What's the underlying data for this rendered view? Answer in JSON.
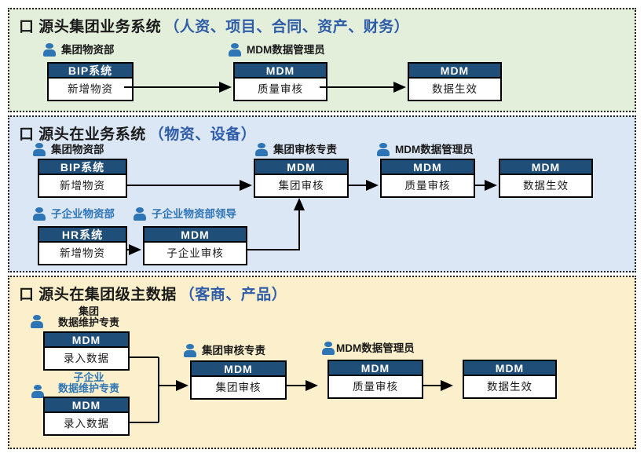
{
  "colors": {
    "header_navy": "#1f4e79",
    "icon_blue": "#2e75b6",
    "title_accent_blue": "#2f5ca8",
    "section1_bg": "#e3efda",
    "section2_bg": "#dce7f5",
    "section3_bg": "#fbf0cb"
  },
  "sections": [
    {
      "title": "口 源头集团业务系统",
      "subtitle": "（人资、项目、合同、资产、财务）",
      "actors": [
        {
          "label": "集团物资部"
        },
        {
          "label": "MDM数据管理员"
        }
      ],
      "boxes": [
        {
          "header": "BIP系统",
          "body": "新增物资"
        },
        {
          "header": "MDM",
          "body": "质量审核"
        },
        {
          "header": "MDM",
          "body": "数据生效"
        }
      ]
    },
    {
      "title": "口 源头在业务系统",
      "subtitle": "（物资、设备）",
      "actors": [
        {
          "label": "集团物资部"
        },
        {
          "label": "集团审核专责"
        },
        {
          "label": "MDM数据管理员"
        },
        {
          "label": "子企业物资部"
        },
        {
          "label": "子企业物资部领导"
        }
      ],
      "boxes": [
        {
          "header": "BIP系统",
          "body": "新增物资"
        },
        {
          "header": "MDM",
          "body": "集团审核"
        },
        {
          "header": "MDM",
          "body": "质量审核"
        },
        {
          "header": "MDM",
          "body": "数据生效"
        },
        {
          "header": "HR系统",
          "body": "新增物资"
        },
        {
          "header": "MDM",
          "body": "子企业审核"
        }
      ]
    },
    {
      "title": "口 源头在集团级主数据",
      "subtitle": "（客商、产品）",
      "actors": [
        {
          "line1": "集团",
          "line2": "数据维护专责"
        },
        {
          "line1": "子企业",
          "line2": "数据维护专责"
        },
        {
          "label": "集团审核专责"
        },
        {
          "label": "MDM数据管理员"
        }
      ],
      "boxes": [
        {
          "header": "MDM",
          "body": "录入数据"
        },
        {
          "header": "MDM",
          "body": "录入数据"
        },
        {
          "header": "MDM",
          "body": "集团审核"
        },
        {
          "header": "MDM",
          "body": "质量审核"
        },
        {
          "header": "MDM",
          "body": "数据生效"
        }
      ]
    }
  ]
}
